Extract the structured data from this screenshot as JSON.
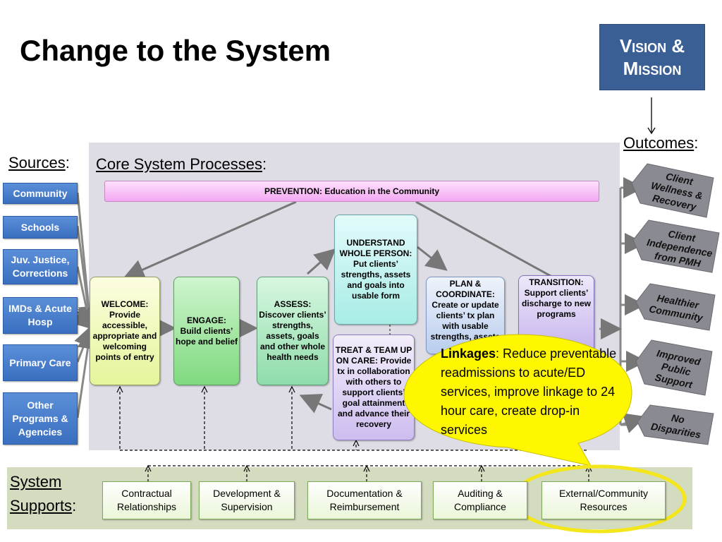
{
  "title": "Change to the System",
  "vision": {
    "line1": "Vision &",
    "line2": "Mission"
  },
  "labels": {
    "outcomes": "Outcomes",
    "sources": "Sources",
    "core": "Core System Processes",
    "colon": ":",
    "system": "System",
    "supports": "Supports"
  },
  "sources": [
    {
      "label": "Community"
    },
    {
      "label": "Schools"
    },
    {
      "label": "Juv. Justice, Corrections"
    },
    {
      "label": "IMDs & Acute Hosp"
    },
    {
      "label": "Primary Care"
    },
    {
      "label": "Other Programs & Agencies"
    }
  ],
  "prevention": "PREVENTION:  Education in the Community",
  "processes": {
    "welcome": "WELCOME: Provide accessible, appropriate and welcoming points of entry",
    "engage": "ENGAGE: Build clients’ hope and belief",
    "assess": "ASSESS: Discover clients’ strengths, assets, goals and other whole health needs",
    "understand": "UNDERSTAND WHOLE PERSON: Put clients’ strengths, assets and goals into usable form",
    "treat": "TREAT & TEAM UP ON CARE: Provide tx in collaboration with others to support clients’ goal attainment and advance their recovery",
    "plan": "PLAN & COORDINATE: Create or update clients’ tx plan with usable strengths, assets",
    "transition": "TRANSITION: Support clients’ discharge to new programs"
  },
  "callout": {
    "bold": "Linkages",
    "text": ":  Reduce preventable readmissions to acute/ED services, improve linkage to 24 hour care, create drop-in services"
  },
  "outcomes": [
    {
      "label": "Client Wellness & Recovery"
    },
    {
      "label": "Client Independence from PMH"
    },
    {
      "label": "Healthier Community"
    },
    {
      "label": "Improved Public Support"
    },
    {
      "label": "No Disparities"
    }
  ],
  "supports": [
    {
      "label": "Contractual Relationships"
    },
    {
      "label": "Development & Supervision"
    },
    {
      "label": "Documentation & Reimbursement"
    },
    {
      "label": "Auditing & Compliance"
    },
    {
      "label": "External/Community Resources"
    }
  ],
  "colors": {
    "vision_box": "#3a5f95",
    "source_box": "#4a7fcc",
    "callout": "#fff700",
    "highlight_ring": "#f3e61a",
    "outcome_tag": "#8f8f96",
    "arrow": "#777777"
  }
}
